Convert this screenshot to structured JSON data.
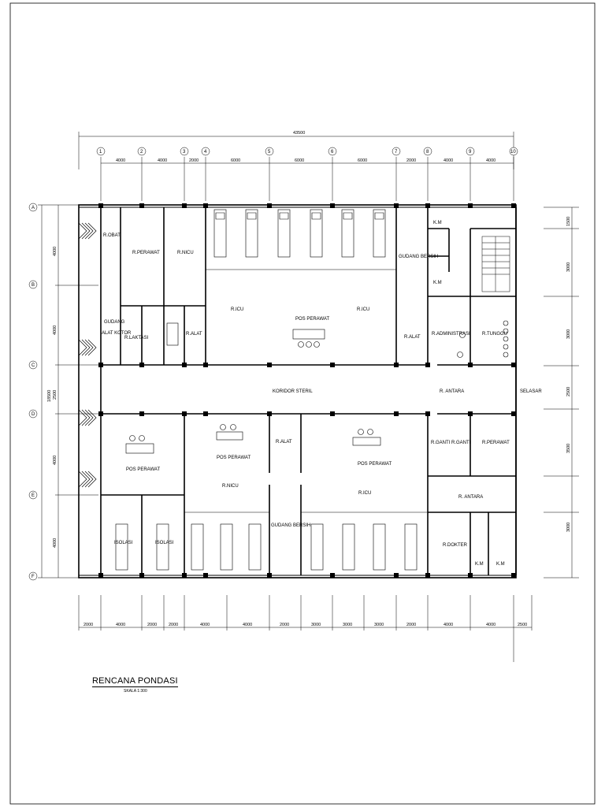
{
  "drawing": {
    "title": "RENCANA PONDASI",
    "scale": "SKALA 1:300"
  },
  "dimensions": {
    "overall_top": "43500",
    "top_segments": [
      "4000",
      "4000",
      "2000",
      "6000",
      "6000",
      "6000",
      "2000",
      "4000",
      "4000"
    ],
    "bottom_segments": [
      "2000",
      "4000",
      "2000",
      "2000",
      "4000",
      "4000",
      "2000",
      "3000",
      "3000",
      "3000",
      "2000",
      "4000",
      "4000",
      "2500"
    ],
    "left_total": "18500",
    "left_segments": [
      "4000",
      "4000",
      "2500",
      "4000",
      "4000"
    ],
    "right_segments": [
      "1500",
      "3000",
      "3000",
      "2500",
      "3500",
      "3000"
    ]
  },
  "grid": {
    "columns": [
      "1",
      "2",
      "3",
      "4",
      "5",
      "6",
      "7",
      "8",
      "9",
      "10"
    ],
    "rows": [
      "A",
      "B",
      "C",
      "D",
      "E",
      "F"
    ]
  },
  "rooms": {
    "r_obat": "R.OBAT",
    "r_perawat_top": "R.PERAWAT",
    "r_nicu_top": "R.NICU",
    "gudang_alat": "GUDANG",
    "gudang_alat_2": "ALAT KOTOR",
    "r_laktasi": "R.LAKTASI",
    "r_alat_top": "R.ALAT",
    "r_icu_left": "R.ICU",
    "pos_perawat_top": "POS PERAWAT",
    "r_icu_right": "R.ICU",
    "gudang_bersih_top": "GUDANG BERSIH",
    "r_alat_right": "R.ALAT",
    "km1": "K.M",
    "km2": "K.M",
    "r_administrasi": "R.ADMINISTRASI",
    "r_tunggu": "R.TUNGGU",
    "koridor": "KORIDOR STERIL",
    "r_antara_top": "R. ANTARA",
    "selasar": "SELASAR",
    "pos_perawat_left": "POS PERAWAT",
    "pos_perawat_mid": "POS PERAWAT",
    "r_nicu_bottom": "R.NICU",
    "r_alat_bottom": "R.ALAT",
    "pos_perawat_right": "POS PERAWAT",
    "r_icu_bottom": "R.ICU",
    "r_ganti1": "R.GANTI",
    "r_ganti2": "R.GANTI",
    "r_perawat_bottom": "R.PERAWAT",
    "r_antara_bottom": "R. ANTARA",
    "isolasi1": "ISOLASI",
    "isolasi2": "ISOLASI",
    "gudang_bersih_bottom": "GUDANG BERSIH",
    "r_dokter": "R.DOKTER",
    "km3": "K.M",
    "km4": "K.M"
  }
}
